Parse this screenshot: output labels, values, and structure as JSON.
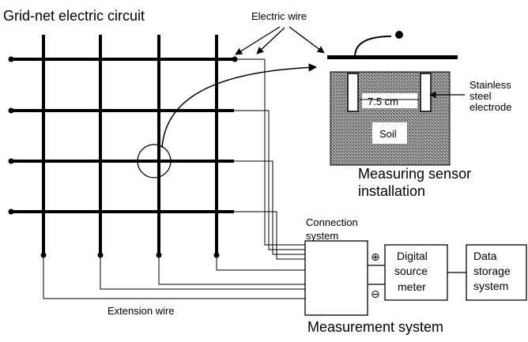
{
  "title": "Grid-net electric circuit",
  "labels": {
    "electric_wire": "Electric wire",
    "stainless_line1": "Stainless",
    "stainless_line2": "steel",
    "stainless_line3": "electrode",
    "spacing": "7.5 cm",
    "soil": "Soil",
    "sensor_line1": "Measuring sensor",
    "sensor_line2": "installation",
    "connection_line1": "Connection",
    "connection_line2": "system",
    "meter_line1": "Digital",
    "meter_line2": "source",
    "meter_line3": "meter",
    "storage_line1": "Data",
    "storage_line2": "storage",
    "storage_line3": "system",
    "extension_wire": "Extension wire",
    "measurement_system": "Measurement system",
    "plus_symbol": "⊕",
    "minus_symbol": "⊖"
  },
  "colors": {
    "ink": "#000000",
    "soil_fill": "#9a9a9a",
    "soil_box_fill": "#ffffff"
  }
}
